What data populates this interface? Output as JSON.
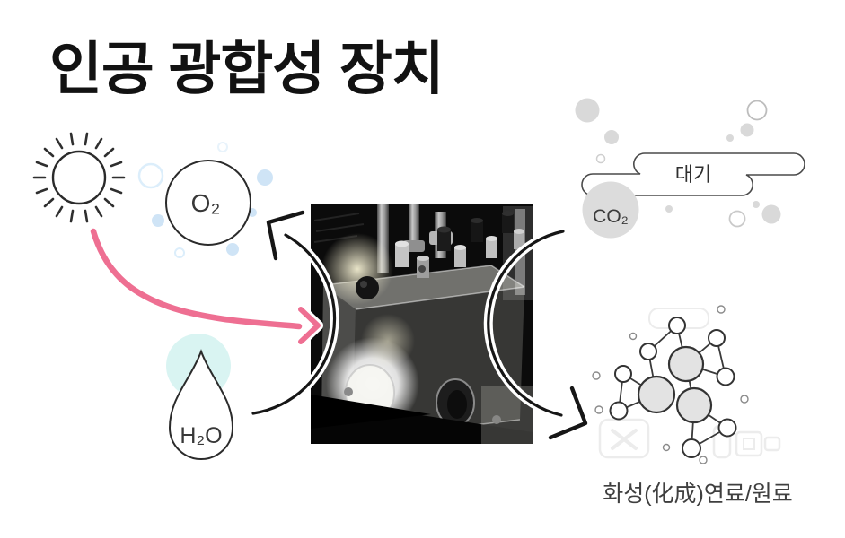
{
  "title": "인공 광합성 장치",
  "labels": {
    "oxygen": "O₂",
    "water": "H₂O",
    "carbon_dioxide": "CO₂",
    "atmosphere": "대기",
    "fuel_product": "화성(化成)연료/원료"
  },
  "colors": {
    "arrow_pink": "#ee6f92",
    "water_halo_cyan": "#d9f4f2",
    "bubble_blue": "#cfe4f6",
    "bubble_gray": "#d9d9d9",
    "co2_circle_gray": "#dcdcdc",
    "molecule_atom_gray": "#e3e3e3",
    "outline_dark": "#2b2b2b"
  }
}
